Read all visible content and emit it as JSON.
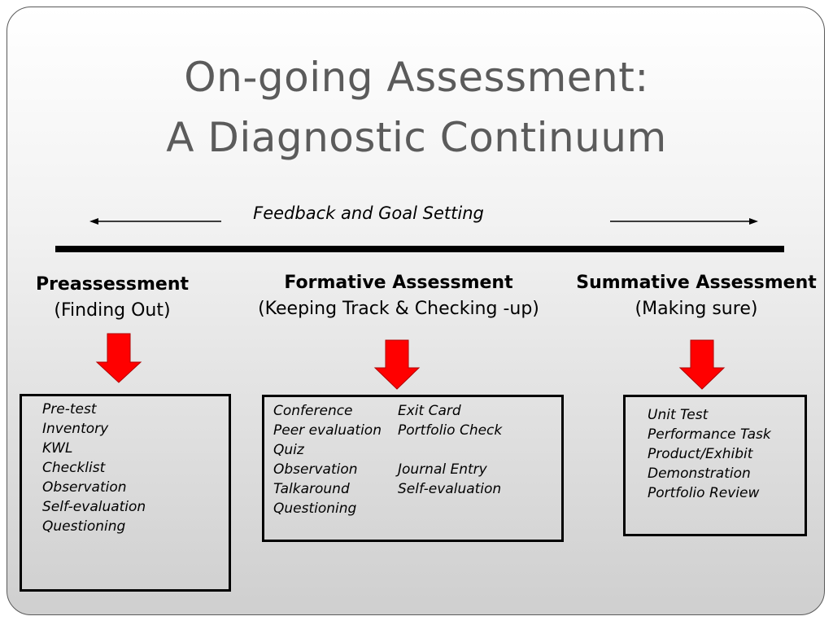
{
  "title": {
    "line1": "On-going Assessment:",
    "line2": "A Diagnostic Continuum"
  },
  "feedback_label": "Feedback and Goal Setting",
  "stages": {
    "pre": {
      "title": "Preassessment",
      "subtitle": "(Finding Out)",
      "items": [
        "Pre-test",
        "Inventory",
        "KWL",
        "Checklist",
        "Observation",
        "Self-evaluation",
        "Questioning"
      ]
    },
    "formative": {
      "title": "Formative Assessment",
      "subtitle": "(Keeping Track & Checking -up)",
      "items_left": [
        "Conference",
        "Peer evaluation",
        "Quiz",
        "Observation",
        "Talkaround",
        "Questioning"
      ],
      "items_right": [
        "Exit Card",
        "Portfolio Check",
        "",
        "Journal Entry",
        "Self-evaluation"
      ]
    },
    "summative": {
      "title": "Summative Assessment",
      "subtitle": "(Making sure)",
      "items": [
        "Unit Test",
        "Performance Task",
        "Product/Exhibit",
        "Demonstration",
        "Portfolio Review"
      ]
    }
  },
  "colors": {
    "arrow_fill": "#ff0000",
    "title_text": "#5b5b5b",
    "line": "#000000"
  }
}
